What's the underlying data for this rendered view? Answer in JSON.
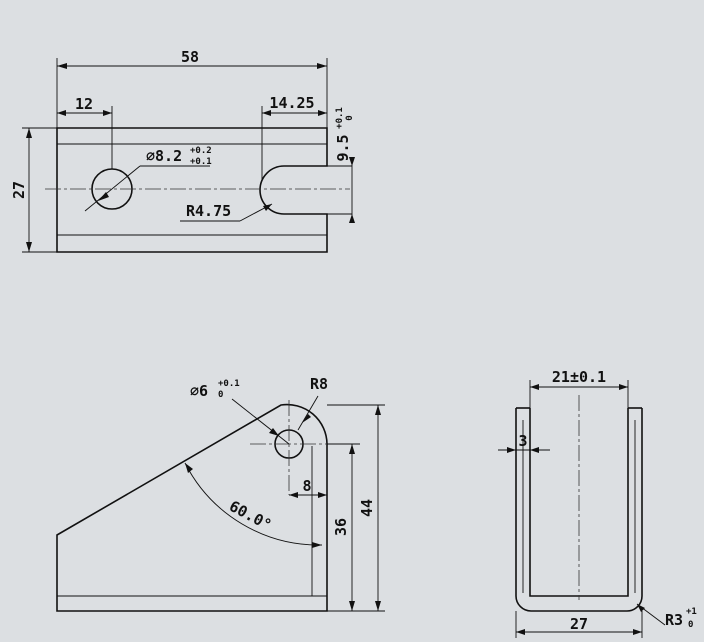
{
  "top_view": {
    "overall_length": "58",
    "hole_offset": "12",
    "slot_offset": "14.25",
    "height": "27",
    "hole_diameter": "⌀8.2",
    "hole_tol_upper": "+0.2",
    "hole_tol_lower": "+0.1",
    "slot_radius": "R4.75",
    "slot_width": "9.5",
    "slot_tol_upper": "+0.1",
    "slot_tol_lower": "0"
  },
  "side_view": {
    "hole_diameter": "⌀6",
    "hole_tol_upper": "+0.1",
    "hole_tol_lower": "0",
    "top_radius": "R8",
    "hole_offset": "8",
    "angle": "60.0°",
    "inner_height": "36",
    "overall_height": "44"
  },
  "end_view": {
    "inner_width": "21±0.1",
    "thickness": "3",
    "outer_width": "27",
    "bend_radius": "R3",
    "bend_tol_upper": "+1",
    "bend_tol_lower": "0"
  }
}
